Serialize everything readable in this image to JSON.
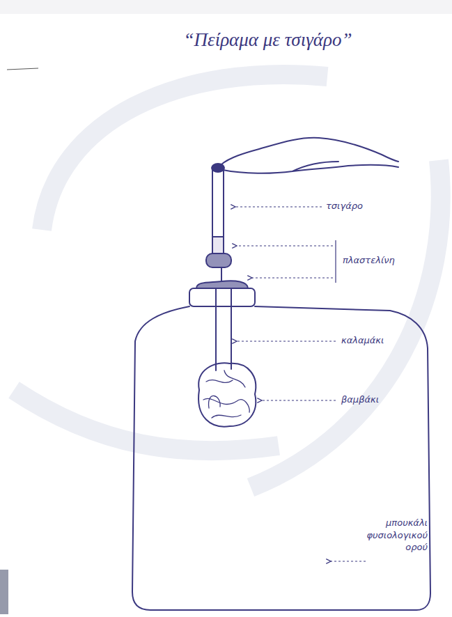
{
  "diagram": {
    "title": "“Πείραμα με τσιγάρο”",
    "labels": [
      "τσιγάρο",
      "πλαστελίνη",
      "καλαμάκι",
      "βαμβάκι",
      "μπουκάλι φυσιολογικού ορού"
    ]
  }
}
